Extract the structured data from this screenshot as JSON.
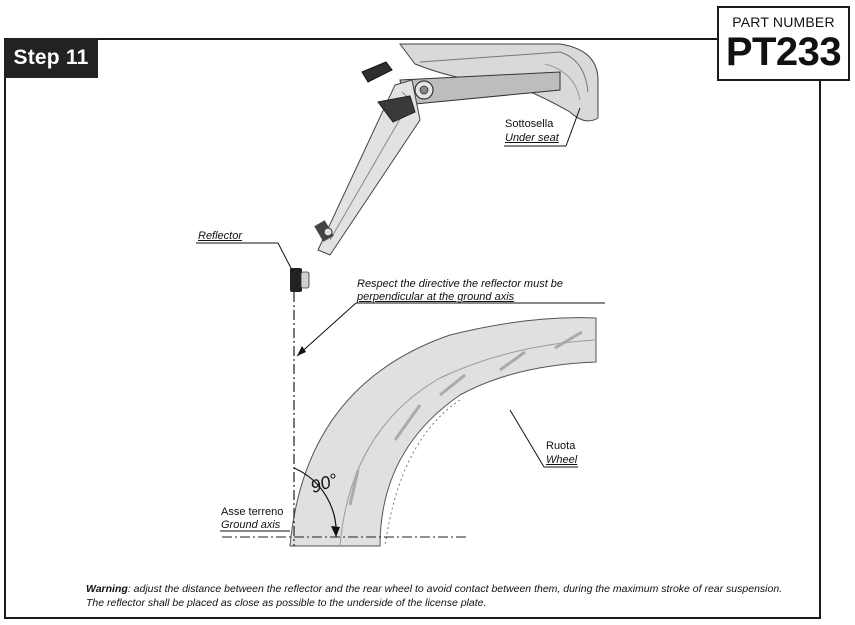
{
  "step": {
    "label": "Step 11"
  },
  "part": {
    "label": "PART NUMBER",
    "number": "PT233"
  },
  "labels": {
    "under_seat_it": "Sottosella",
    "under_seat_en": "Under seat",
    "reflector": "Reflector",
    "directive_line1": "Respect the directive the reflector must be",
    "directive_line2": "perpendicular at the ground axis",
    "wheel_it": "Ruota",
    "wheel_en": "Wheel",
    "ground_it": "Asse terreno",
    "ground_en": "Ground axis",
    "angle": "90°"
  },
  "warning": {
    "prefix": "Warning",
    "text": ": adjust the distance between the reflector and the rear wheel to avoid contact between them, during the maximum stroke of rear suspension. The reflector shall be placed as close as possible to the underside of the license plate."
  }
}
